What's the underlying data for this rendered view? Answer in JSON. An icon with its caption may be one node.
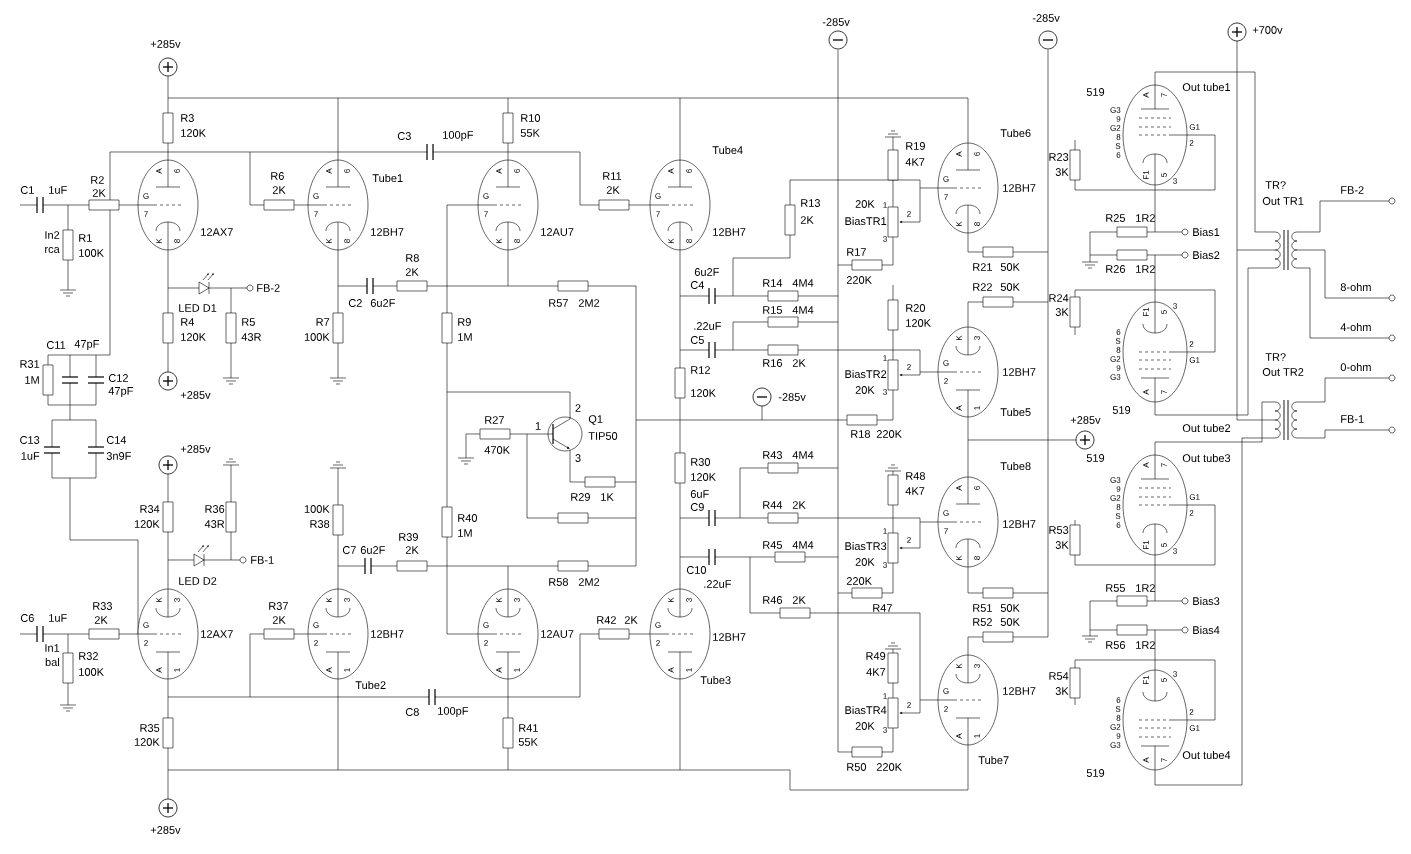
{
  "diagram": {
    "labels": [
      "+285v",
      "C3",
      "100pF",
      "R3",
      "120K",
      "R10",
      "55K",
      "Tube1",
      "Tube4",
      "-285v",
      "-285v",
      "+700v",
      "Tube6",
      "519",
      "Out tube1",
      "R19",
      "4K7",
      "R23",
      "3K",
      "C1",
      "1uF",
      "R2",
      "2K",
      "In2",
      "rca",
      "R1",
      "100K",
      "R6",
      "2K",
      "R11",
      "2K",
      "R13",
      "2K",
      "20K",
      "BiasTR1",
      "12AX7",
      "12BH7",
      "12AU7",
      "12BH7",
      "12BH7",
      "R8",
      "2K",
      "TR?",
      "Out TR1",
      "FB-2",
      "R25",
      "1R2",
      "Bias1",
      "R26",
      "1R2",
      "Bias2",
      "LED D1",
      "FB-2",
      "R17",
      "220K",
      "R21",
      "50K",
      "6u2F",
      "C4",
      "R14",
      "4M4",
      "C2",
      "6u2F",
      "R57",
      "2M2",
      "R22",
      "50K",
      "R24",
      "3K",
      "8-ohm",
      "R4",
      "120K",
      "R5",
      "43R",
      "R7",
      "100K",
      "R9",
      "1M",
      ".22uF",
      "C5",
      "R15",
      "4M4",
      "R20",
      "120K",
      "R16",
      "2K",
      "4-ohm",
      "C11",
      "47pF",
      "R31",
      "1M",
      "C12",
      "47pF",
      "+285v",
      "BiasTR2",
      "20K",
      "12BH7",
      "TR?",
      "Out TR2",
      "0-ohm",
      "Out tube2",
      "519",
      "R12",
      "120K",
      "-285v",
      "Tube5",
      "Q1",
      "TIP50",
      "R27",
      "470K",
      "C13",
      "1uF",
      "C14",
      "3n9F",
      "+285v",
      "R18",
      "220K",
      "+285v",
      "FB-1",
      "R30",
      "120K",
      "R29",
      "1K",
      "R43",
      "4M4",
      "R48",
      "4K7",
      "Tube8",
      "519",
      "Out tube3",
      "R34",
      "120K",
      "R36",
      "43R",
      "100K",
      "R38",
      "R40",
      "1M",
      "6uF",
      "C9",
      "R44",
      "2K",
      "R53",
      "3K",
      "12BH7",
      "BiasTR3",
      "20K",
      "C7",
      "6u2F",
      "R39",
      "2K",
      "R45",
      "4M4",
      "FB-1",
      "LED D2",
      "R58",
      "2M2",
      "C10",
      ".22uF",
      "220K",
      "R47",
      "R51",
      "50K",
      "Bias3",
      "R55",
      "1R2",
      "R46",
      "2K",
      "C6",
      "1uF",
      "R33",
      "2K",
      "R37",
      "2K",
      "R42",
      "2K",
      "R52",
      "50K",
      "R56",
      "1R2",
      "Bias4",
      "12AX7",
      "12BH7",
      "12AU7",
      "12BH7",
      "In1",
      "bal",
      "R32",
      "100K",
      "R54",
      "3K",
      "R49",
      "4K7",
      "Tube2",
      "C8",
      "100pF",
      "Tube3",
      "BiasTR4",
      "20K",
      "12BH7",
      "R35",
      "120K",
      "R41",
      "55K",
      "Tube7",
      "R50",
      "220K",
      "519",
      "Out tube4",
      "+285v",
      "1",
      "2",
      "3",
      "A",
      "6",
      "G",
      "7",
      "K",
      "8",
      "A",
      "6",
      "G",
      "7",
      "K",
      "8",
      "A",
      "6",
      "G",
      "7",
      "K",
      "8",
      "A",
      "6",
      "G",
      "7",
      "K",
      "8",
      "A",
      "6",
      "G",
      "7",
      "K",
      "8",
      "K",
      "3",
      "G",
      "2",
      "A",
      "1",
      "A",
      "6",
      "G",
      "7",
      "K",
      "8",
      "K",
      "3",
      "G",
      "2",
      "A",
      "1",
      "K",
      "3",
      "G",
      "2",
      "A",
      "1",
      "K",
      "3",
      "G",
      "2",
      "A",
      "1",
      "K",
      "3",
      "G",
      "2",
      "A",
      "1",
      "K",
      "3",
      "G",
      "2",
      "A",
      "1",
      "A",
      "7",
      "G3",
      "9",
      "G2",
      "8",
      "S",
      "6",
      "G1",
      "2",
      "F1",
      "5",
      "3",
      "A",
      "7",
      "G3",
      "9",
      "G2",
      "8",
      "S",
      "6",
      "G1",
      "2",
      "F1",
      "5",
      "3",
      "A",
      "7",
      "G3",
      "9",
      "G2",
      "8",
      "S",
      "6",
      "G1",
      "2",
      "F1",
      "5",
      "3",
      "A",
      "7",
      "G3",
      "9",
      "G2",
      "8",
      "S",
      "6",
      "G1",
      "2",
      "F1",
      "5",
      "3",
      "1",
      "2",
      "3",
      "1",
      "2",
      "3",
      "1",
      "2",
      "3",
      "1",
      "2",
      "3"
    ]
  }
}
